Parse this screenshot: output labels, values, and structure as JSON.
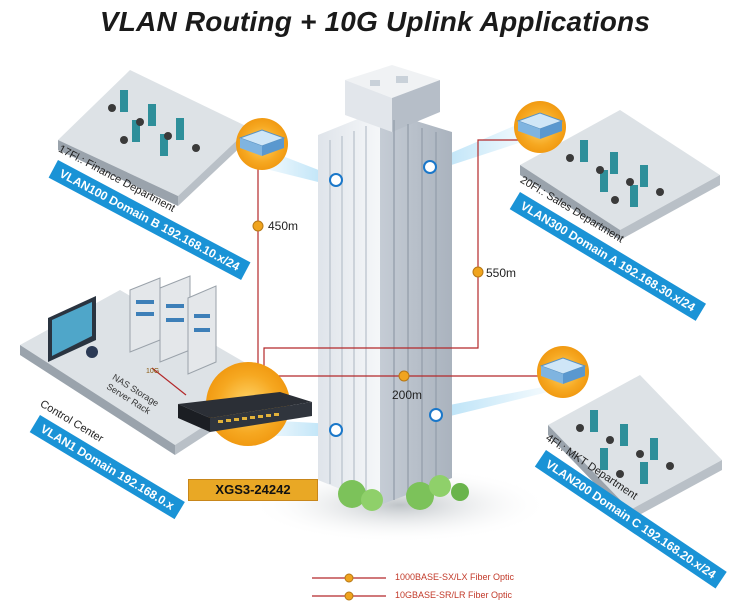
{
  "title": "VLAN Routing + 10G Uplink Applications",
  "model": "XGS3-24242",
  "links": [
    {
      "distance": "450m"
    },
    {
      "distance": "550m"
    },
    {
      "distance": "200m"
    }
  ],
  "departments": [
    {
      "floor_label": "17Fl.: Finance Department",
      "vlan_label": "VLAN100 Domain B 192.168.10.x/24"
    },
    {
      "floor_label": "20Fl.: Sales Department",
      "vlan_label": "VLAN300 Domain A 192.168.30.x/24"
    },
    {
      "floor_label": "Control Center",
      "vlan_label": "VLAN1 Domain 192.168.0.x"
    },
    {
      "floor_label": "4Fl.: MKT Department",
      "vlan_label": "VLAN200 Domain C 192.168.20.x/24"
    }
  ],
  "server_rack": {
    "line1": "NAS Storage",
    "line2": "Server Rack",
    "badge": "10G"
  },
  "legend": [
    {
      "label": "1000BASE-SX/LX Fiber Optic",
      "color": "#c23a2a"
    },
    {
      "label": "10GBASE-SR/LR Fiber Optic",
      "color": "#c23a2a"
    }
  ],
  "colors": {
    "vlan_box": "#1a93d6",
    "fiber_line": "#b3282a",
    "switch_halo": "#f5a623",
    "model_box": "#e9a825"
  }
}
